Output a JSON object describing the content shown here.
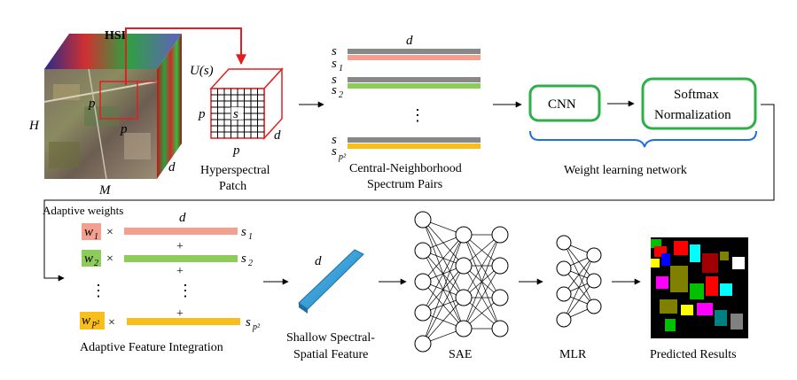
{
  "hsi": {
    "title": "HSI",
    "height_label": "H",
    "width_label": "M",
    "depth_label": "d",
    "patch_label": "p"
  },
  "patch": {
    "top_label": "U(s)",
    "center_label": "s",
    "left_label": "p",
    "bottom_label": "p",
    "depth_label": "d",
    "caption_line1": "Hyperspectral",
    "caption_line2": "Patch"
  },
  "pairs": {
    "d_label": "d",
    "rows": [
      {
        "top": "s",
        "bottom": "s",
        "bottom_sub": "1"
      },
      {
        "top": "s",
        "bottom": "s",
        "bottom_sub": "2"
      },
      {
        "top": "s",
        "bottom": "s",
        "bottom_sub": "p²"
      }
    ],
    "ellipsis": "⋮",
    "caption_line1": "Central-Neighborhood",
    "caption_line2": "Spectrum Pairs"
  },
  "weight_net": {
    "cnn_label": "CNN",
    "softmax_line1": "Softmax",
    "softmax_line2": "Normalization",
    "caption": "Weight learning network"
  },
  "integration": {
    "title": "Adaptive weights",
    "d_label": "d",
    "rows": [
      {
        "w": "w",
        "w_sub": "1",
        "s": "s",
        "s_sub": "1",
        "color": "#F4A090"
      },
      {
        "w": "w",
        "w_sub": "2",
        "s": "s",
        "s_sub": "2",
        "color": "#8DCB5B"
      },
      {
        "w": "w",
        "w_sub": "p²",
        "s": "s",
        "s_sub": "p²",
        "color": "#F8BE1C"
      }
    ],
    "times": "×",
    "plus": "+",
    "ellipsis": "⋮",
    "caption": "Adaptive Feature Integration"
  },
  "shallow": {
    "d_label": "d",
    "caption_line1": "Shallow Spectral-",
    "caption_line2": "Spatial Feature"
  },
  "sae": {
    "caption": "SAE"
  },
  "mlr": {
    "caption": "MLR"
  },
  "result": {
    "caption": "Predicted Results"
  },
  "colors": {
    "gray": "#888888",
    "pink": "#F4A090",
    "green": "#8DCB5B",
    "yellow": "#F8BE1C",
    "box_green": "#2EAF4A",
    "brace_blue": "#1F6FE0",
    "red": "#E02020",
    "rod_blue": "#2B9FD8"
  }
}
